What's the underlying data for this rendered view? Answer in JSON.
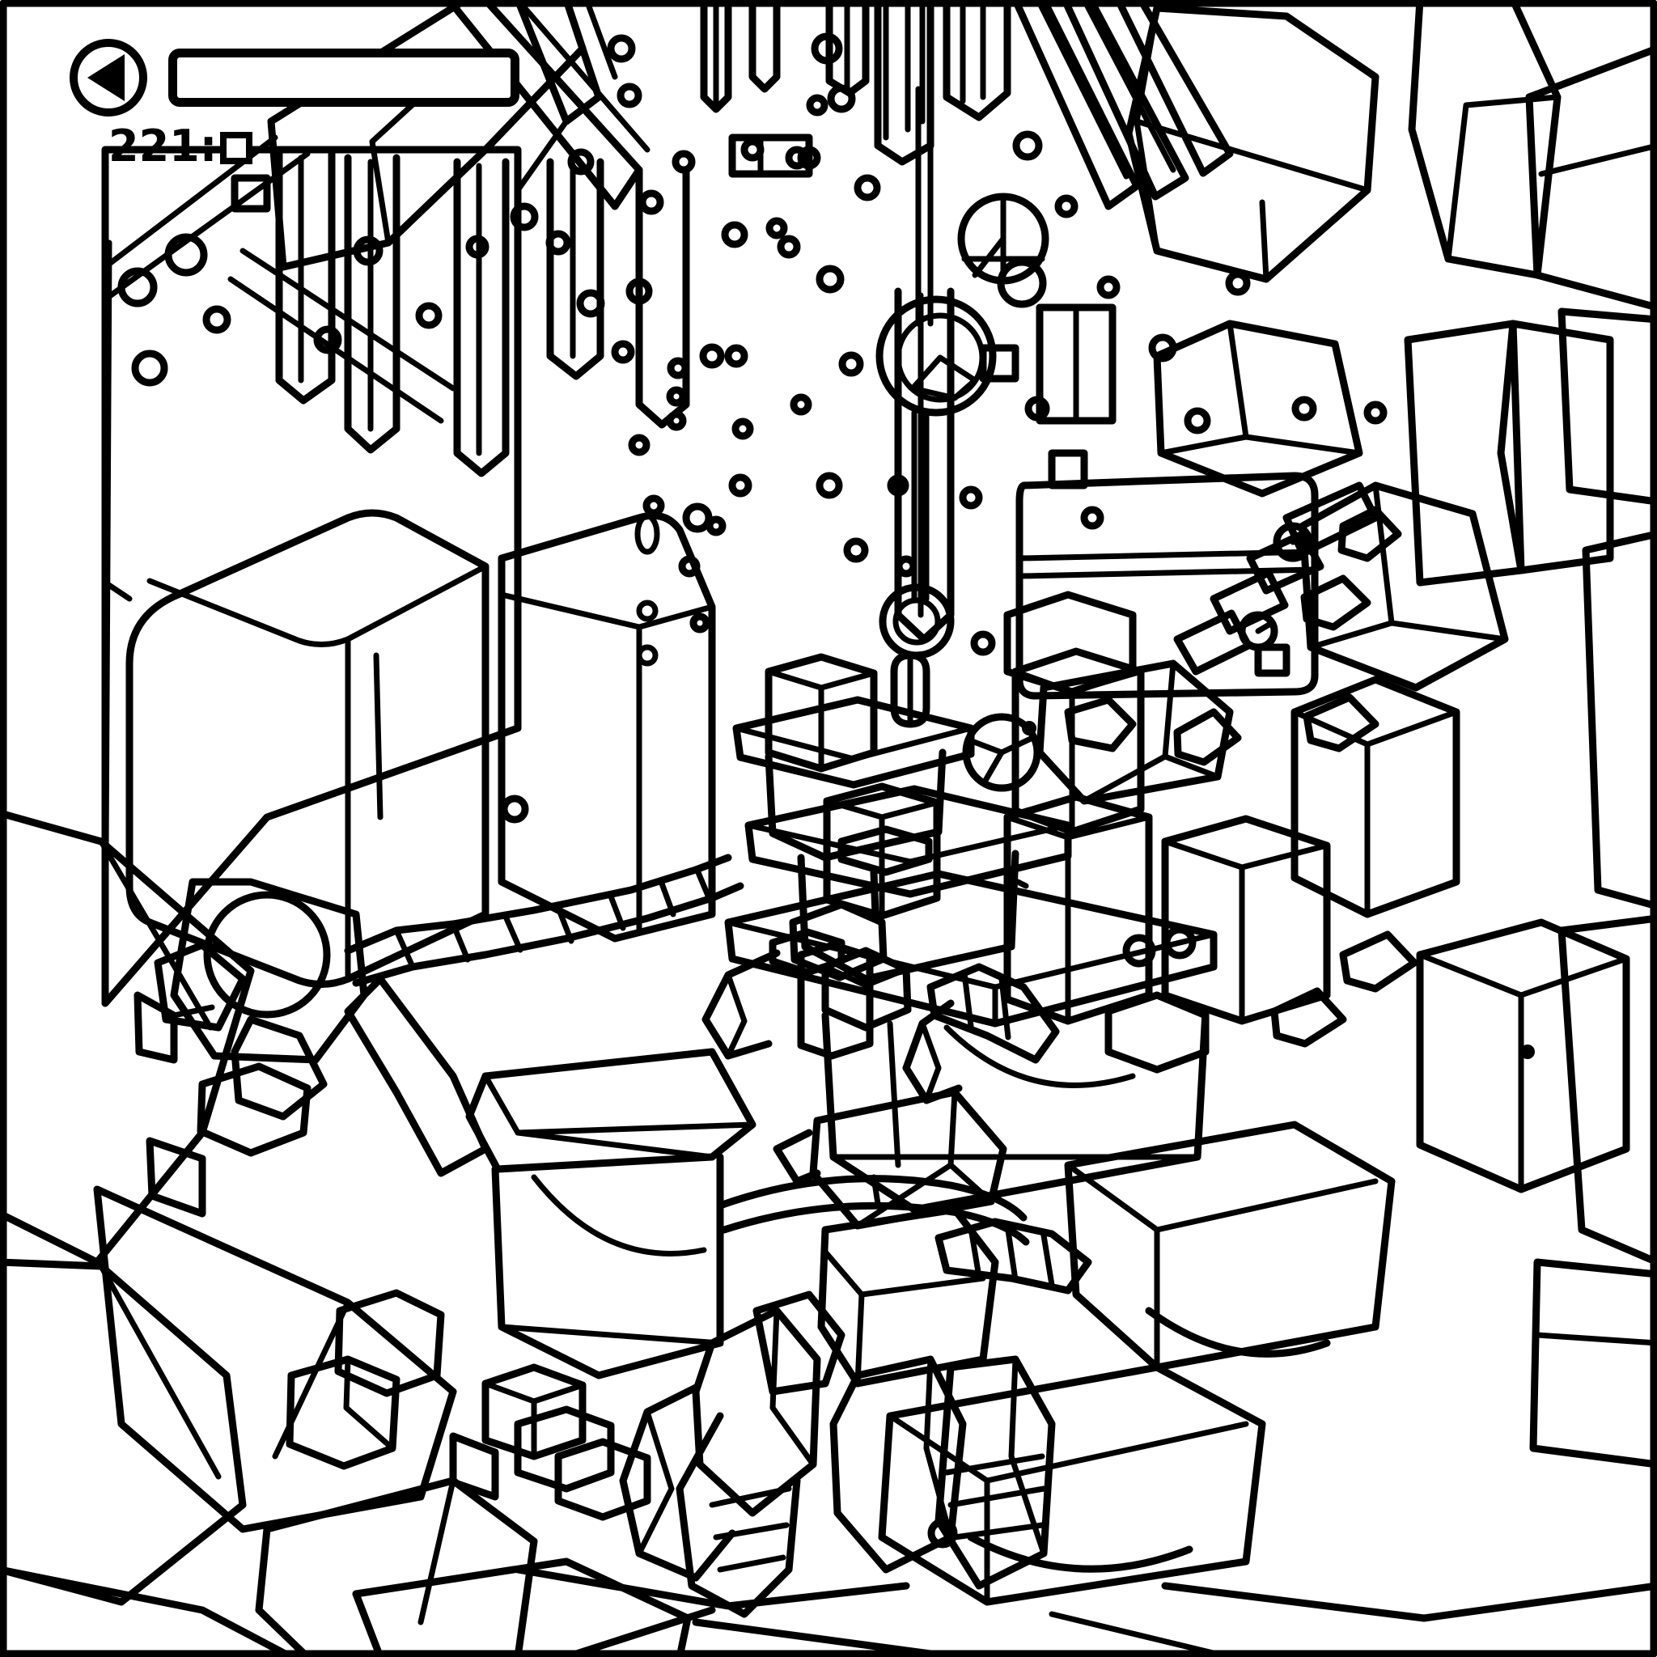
{
  "scene": {
    "title": "Line art illustration",
    "style": "black and white outline / coloring-book",
    "background_color": "#ffffff",
    "line_color": "#000000",
    "subject": "dense sci-fi mechanical interior corridor with hanging panels, pipes, crates, robotic arms and floating bubbles"
  },
  "hud": {
    "back_button": {
      "icon": "back-triangle-icon",
      "label": ""
    },
    "title_bar": {
      "value": "",
      "placeholder": ""
    },
    "counter": {
      "value": "221:",
      "trailing_glyph": ""
    }
  }
}
